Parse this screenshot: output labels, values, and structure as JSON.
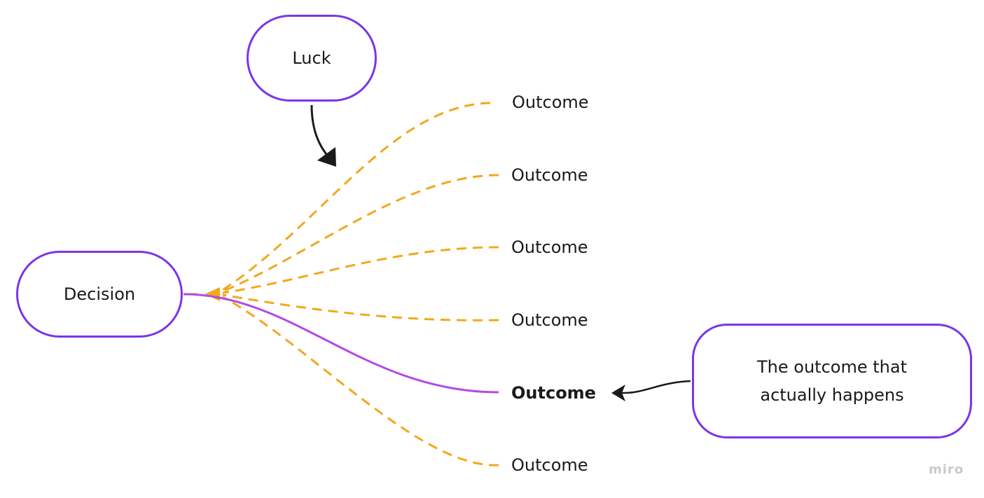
{
  "nodes": {
    "luck": "Luck",
    "decision": "Decision",
    "actual_outcome": "The outcome that actually happens"
  },
  "outcomes": [
    {
      "label": "Outcome",
      "selected": false
    },
    {
      "label": "Outcome",
      "selected": false
    },
    {
      "label": "Outcome",
      "selected": false
    },
    {
      "label": "Outcome",
      "selected": false
    },
    {
      "label": "Outcome",
      "selected": true
    },
    {
      "label": "Outcome",
      "selected": false
    }
  ],
  "watermark": "miro",
  "colors": {
    "node_border": "#7b35e8",
    "possible_path": "#f2a81d",
    "actual_path": "#b44ae6",
    "arrow": "#1a1a1a",
    "watermark": "#c9c9c9"
  }
}
